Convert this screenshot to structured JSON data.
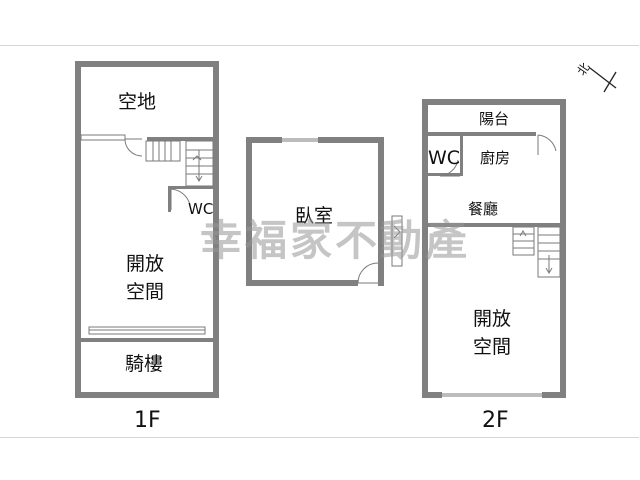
{
  "watermark": "幸福家不動產",
  "north_label": "北",
  "floors": {
    "first": {
      "label": "1F",
      "rooms": {
        "open_land": "空地",
        "wc": "WC",
        "open_space_line1": "開放",
        "open_space_line2": "空間",
        "arcade": "騎樓"
      }
    },
    "middle": {
      "rooms": {
        "bedroom": "臥室"
      }
    },
    "second": {
      "label": "2F",
      "rooms": {
        "balcony": "陽台",
        "wc": "WC",
        "kitchen": "廚房",
        "dining": "餐廳",
        "open_space_line1": "開放",
        "open_space_line2": "空間"
      }
    }
  }
}
